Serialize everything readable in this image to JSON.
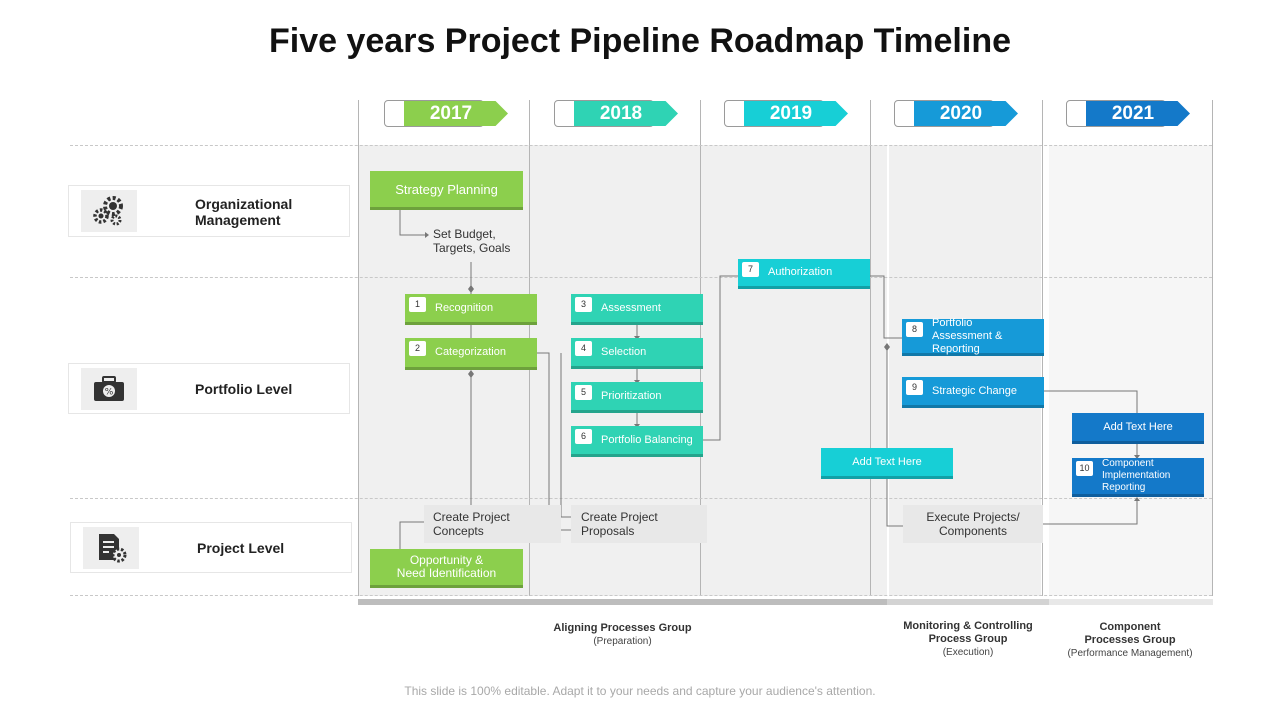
{
  "title": "Five years Project Pipeline Roadmap Timeline",
  "years": [
    {
      "label": "2017",
      "color": "#8ccf4d"
    },
    {
      "label": "2018",
      "color": "#2fd3b4"
    },
    {
      "label": "2019",
      "color": "#17cfd6"
    },
    {
      "label": "2020",
      "color": "#169ad8"
    },
    {
      "label": "2021",
      "color": "#1479c9"
    }
  ],
  "rows": {
    "organizational": {
      "label": "Organizational Management",
      "icon": "gears-icon"
    },
    "portfolio": {
      "label": "Portfolio Level",
      "icon": "briefcase-percent-icon"
    },
    "project": {
      "label": "Project Level",
      "icon": "document-gear-icon"
    }
  },
  "boxes": {
    "strategy_planning": "Strategy Planning",
    "budget_note": "Set Budget, Targets, Goals",
    "recognition": {
      "num": "1",
      "label": "Recognition"
    },
    "categorization": {
      "num": "2",
      "label": "Categorization"
    },
    "assessment": {
      "num": "3",
      "label": "Assessment"
    },
    "selection": {
      "num": "4",
      "label": "Selection"
    },
    "prioritization": {
      "num": "5",
      "label": "Prioritization"
    },
    "portfolio_balancing": {
      "num": "6",
      "label": "Portfolio Balancing"
    },
    "authorization": {
      "num": "7",
      "label": "Authorization"
    },
    "portfolio_assessment": {
      "num": "8",
      "label": "Portfolio Assessment & Reporting"
    },
    "strategic_change": {
      "num": "9",
      "label": "Strategic Change"
    },
    "component_impl": {
      "num": "10",
      "label": "Component Implementation Reporting"
    },
    "add_text_2019": "Add Text Here",
    "add_text_2021": "Add Text Here",
    "create_concepts": "Create Project Concepts",
    "create_proposals": "Create Project Proposals",
    "execute_projects": "Execute Projects/ Components",
    "opportunity": "Opportunity & Need Identification"
  },
  "groups": [
    {
      "name": "Aligning  Processes Group",
      "sub": "(Preparation)"
    },
    {
      "name": "Monitoring  & Controlling Process Group",
      "sub": "(Execution)"
    },
    {
      "name": "Component Processes Group",
      "sub": "(Performance Management)"
    }
  ],
  "footer": "This slide is 100% editable. Adapt it to your needs and capture your audience's attention."
}
